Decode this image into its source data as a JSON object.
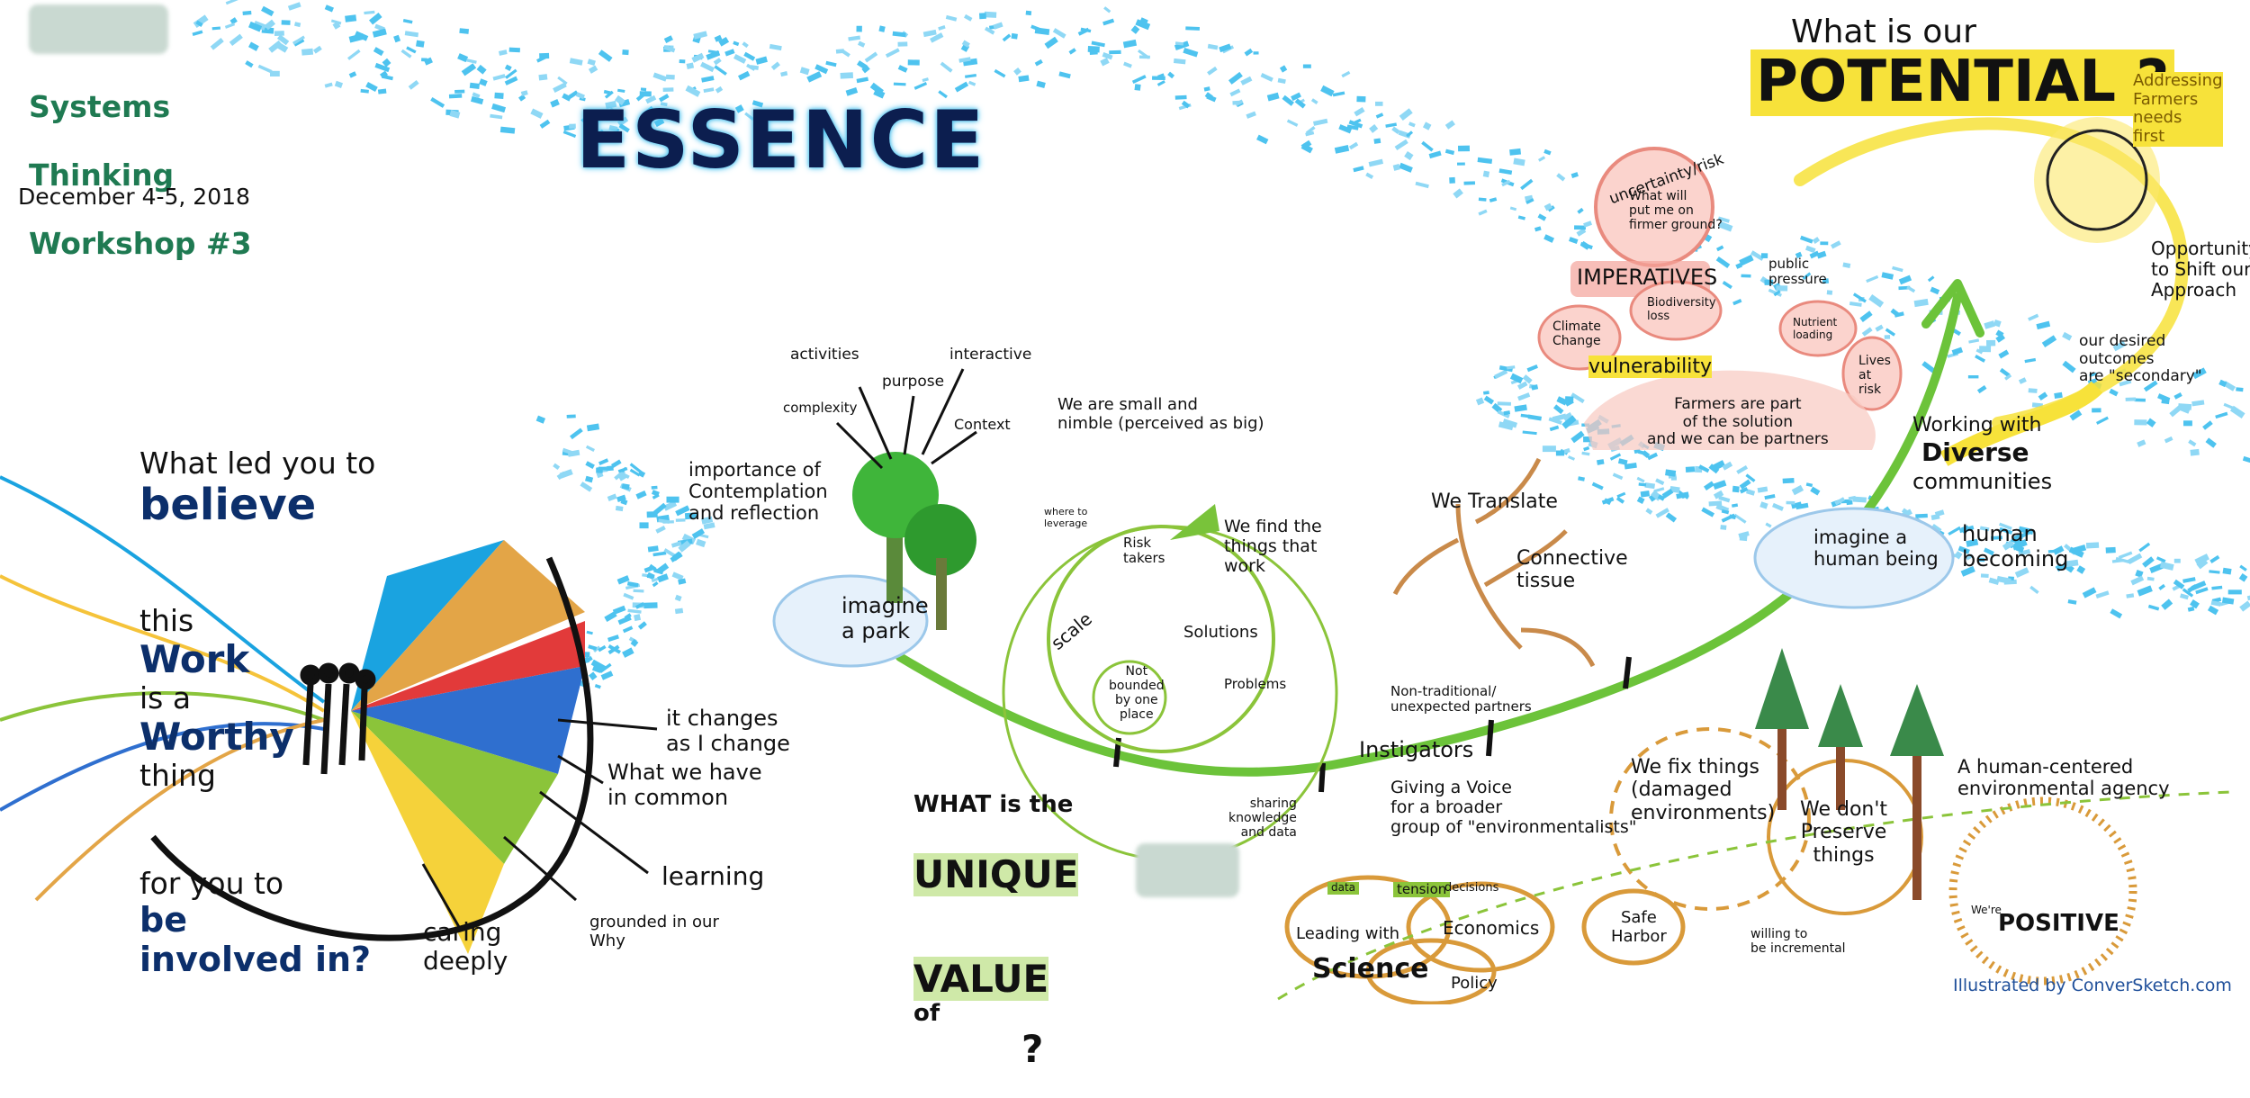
{
  "header": {
    "title_lines": [
      "Systems",
      "Thinking",
      "Workshop #3"
    ],
    "date": "December 4-5, 2018"
  },
  "essence": "ESSENCE",
  "potential": {
    "question_small": "What is our",
    "question_big": "POTENTIAL ?",
    "addressing": "Addressing\nFarmers\nneeds\nfirst",
    "opportunity": "Opportunity\nto Shift our\nApproach",
    "desired": "our desired\noutcomes\nare \"secondary\"",
    "working_with": "Working with",
    "diverse": "Diverse",
    "communities": "communities",
    "uncertainty": "uncertainty/risk",
    "firmer_ground": "What will\nput me on\nfirmer ground?",
    "imperatives": "IMPERATIVES",
    "climate": "Climate\nChange",
    "biodiversity": "Biodiversity\nloss",
    "public_pressure": "public\npressure",
    "nutrient": "Nutrient\nloading",
    "vulnerability": "vulnerability",
    "lives_at_risk": "Lives\nat\nrisk",
    "farmers_part": "Farmers are part\nof the solution\nand we can be partners",
    "imagine_human": "imagine a\nhuman being",
    "human_becoming": "human\nbecoming"
  },
  "believe": {
    "line1": "What led you to",
    "believe_word": "believe",
    "line2a": "this",
    "work_word": "Work",
    "line2b": "is a",
    "worthy_word": "Worthy",
    "line2c": "thing",
    "line3a": "for you to",
    "be": "be",
    "involved": "involved in?",
    "rays": [
      "it changes\nas I change",
      "What we have\nin common",
      "learning",
      "grounded in our\nWhy",
      "caring\ndeeply"
    ]
  },
  "middle": {
    "importance": "importance of\nContemplation\nand reflection",
    "activities": "activities",
    "interactive": "interactive",
    "purpose": "purpose",
    "complexity": "complexity",
    "context": "Context",
    "imagine_park": "imagine\na park",
    "where_to": "where to\nleverage",
    "small_nimble": "We are small and\nnimble (perceived as big)",
    "risk_takers": "Risk\ntakers",
    "find_things": "We find the\nthings that\nwork",
    "scale": "scale",
    "solutions": "Solutions",
    "not_bounded": "Not\nbounded\nby one\nplace",
    "problems": "Problems",
    "we_translate": "We Translate",
    "connective": "Connective\ntissue",
    "non_traditional": "Non-traditional/\nunexpected partners",
    "instigators": "Instigators",
    "giving_voice": "Giving a Voice\nfor a broader\ngroup of \"environmentalists\"",
    "sharing": "sharing\nknowledge\nand data",
    "unique_q1": "WHAT is the",
    "unique_q2": "UNIQUE",
    "unique_q3a": "VALUE",
    "unique_q3b": "of",
    "unique_q3c": "?",
    "data_label": "data",
    "tension": "tension",
    "decisions": "decisions",
    "leading": "Leading with",
    "science": "Science",
    "economics": "Economics",
    "policy": "Policy",
    "safe_harbor": "Safe\nHarbor",
    "willing": "willing to\nbe incremental",
    "we_fix": "We fix things\n(damaged\nenvironments)",
    "dont_preserve": "We don't\nPreserve\nthings",
    "human_centered": "A human-centered\nenvironmental agency",
    "positive": "POSITIVE",
    "were": "We're",
    "credit": "Illustrated by ConverSketch.com"
  },
  "colors": {
    "header_green": "#1f7a52",
    "essence_fill": "#0c1e4f",
    "essence_glow": "#4ec3ef",
    "potential_yellow": "#f7e23a",
    "imperative_red": "#f3a39a",
    "path_green": "#6cc33a",
    "circle_orange": "#d99a3a"
  }
}
